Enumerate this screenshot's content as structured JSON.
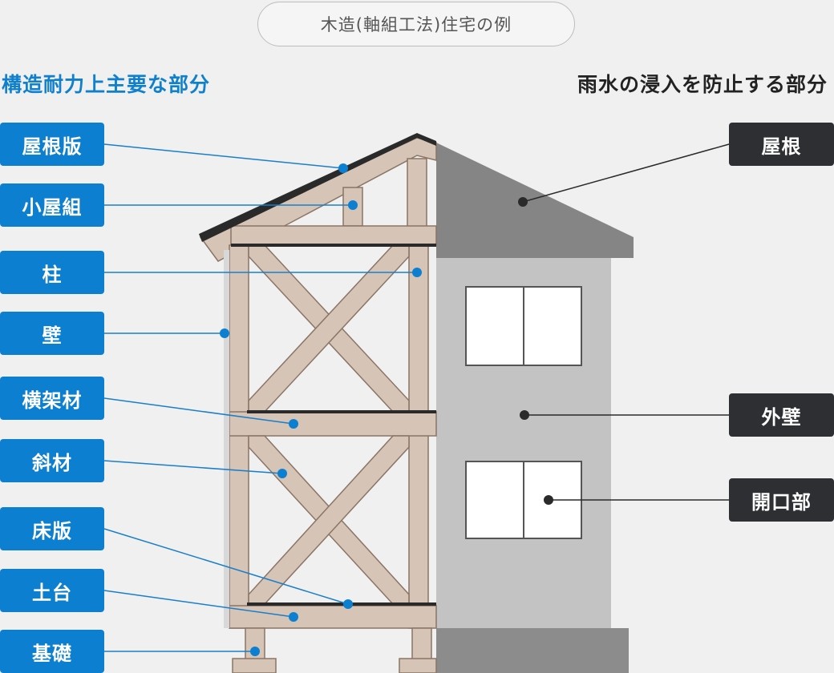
{
  "title": "木造(軸組工法)住宅の例",
  "headings": {
    "structural": "構造耐力上主要な部分",
    "waterproof": "雨水の浸入を防止する部分"
  },
  "structural_parts": [
    {
      "label": "屋根版"
    },
    {
      "label": "小屋組"
    },
    {
      "label": "柱"
    },
    {
      "label": "壁"
    },
    {
      "label": "横架材"
    },
    {
      "label": "斜材"
    },
    {
      "label": "床版"
    },
    {
      "label": "土台"
    },
    {
      "label": "基礎"
    }
  ],
  "waterproof_parts": [
    {
      "label": "屋根"
    },
    {
      "label": "外壁"
    },
    {
      "label": "開口部"
    }
  ],
  "colors": {
    "structural_accent": "#0d7fd1",
    "waterproof_accent": "#2d2f33",
    "timber": "#d6c4b6",
    "timber_outline": "#8a7566",
    "roof": "#858585",
    "exterior_wall": "#c3c3c3",
    "foundation": "#8c8c8c"
  }
}
